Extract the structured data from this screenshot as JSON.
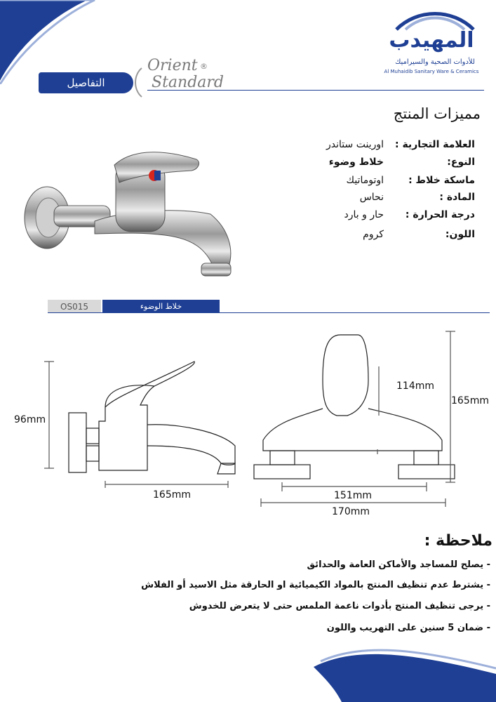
{
  "header": {
    "details_label": "التفاصيل",
    "brand_line1": "Orient",
    "brand_line2": "Standard",
    "registered_mark": "®",
    "logo_arabic": "المهيدب",
    "logo_subtitle": "للأدوات الصحية والسيراميك",
    "logo_english": "Al Muhaidib Sanitary Ware & Ceramics",
    "accent_color": "#1e3f94"
  },
  "features": {
    "title": "مميزات المنتج",
    "rows": [
      {
        "label": "العلامة التجارية :",
        "value": "اورينت ستاندر"
      },
      {
        "label": "النوع:",
        "value": "خلاط وضوء"
      },
      {
        "label": "ماسكة خلاط :",
        "value": "اوتوماتيك"
      },
      {
        "label": "المادة :",
        "value": "نحاس"
      },
      {
        "label": "درجة الحرارة :",
        "value": "حار و بارد"
      },
      {
        "label": "اللون:",
        "value": "كروم"
      }
    ]
  },
  "product": {
    "code": "OS015",
    "name": "خلاط الوضوء"
  },
  "dimensions": {
    "side_height": "96mm",
    "side_depth": "165mm",
    "front_lever_height": "114mm",
    "front_total_height": "165mm",
    "front_centers": "151mm",
    "front_width": "170mm"
  },
  "notes": {
    "title": "ملاحظة :",
    "items": [
      "- يصلح للمساجد والأماكن العامة والحدائق",
      "- يشترط عدم تنظيف المنتج بالمواد الكيميائية او الحارقة مثل الاسيد أو الفلاش",
      "- يرجى تنظيف المنتج بأدوات ناعمة الملمس حتى لا يتعرض للخدوش",
      "- ضمان 5 سنين على التهريب واللون"
    ]
  }
}
